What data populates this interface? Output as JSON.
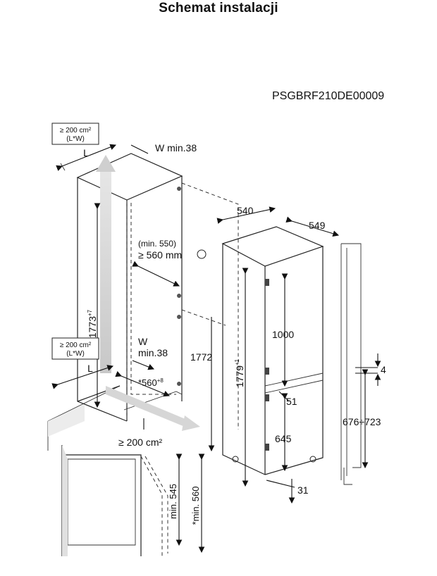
{
  "title": "Schemat instalacji",
  "drawing_code": "PSGBRF210DE00009",
  "ventilation_top": {
    "area": "≥ 200 cm²",
    "unit": "(L*W)",
    "dim_l": "L",
    "dim_w": "W min.38"
  },
  "ventilation_mid": {
    "area": "≥ 200 cm²",
    "unit": "(L*W)",
    "dim_l": "L",
    "dim_w_label": "W",
    "dim_w_value": "min.38"
  },
  "niche": {
    "height": "1773",
    "height_tol": "+7",
    "depth_note": "(min. 550)",
    "depth": "≥ 560 mm",
    "width": "*560",
    "width_tol": "+8",
    "bottom_vent": "≥ 200 cm²"
  },
  "appliance": {
    "width": "540",
    "depth": "549",
    "height": "1772",
    "total_height": "1779",
    "total_height_tol": "+1",
    "upper_door": "1000",
    "gap": "51",
    "lower_door": "645",
    "bottom": "31"
  },
  "door_side": {
    "offset": "4",
    "range": "676÷723"
  },
  "section": {
    "min_a": "min. 545",
    "min_b": "*min. 560"
  }
}
